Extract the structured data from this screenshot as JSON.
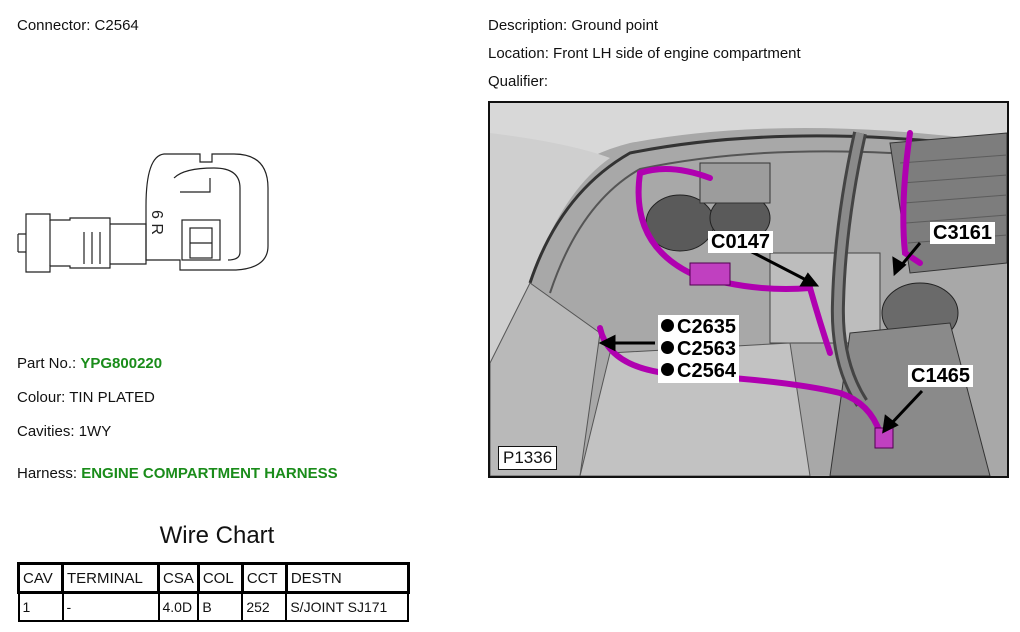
{
  "connector": {
    "label": "Connector: ",
    "value": "C2564"
  },
  "part_no": {
    "label": "Part No.: ",
    "value": "YPG800220"
  },
  "colour": {
    "label": "Colour: ",
    "value": "TIN PLATED"
  },
  "cavities": {
    "label": "Cavities: ",
    "value": "1WY"
  },
  "harness": {
    "label": "Harness: ",
    "value": "ENGINE COMPARTMENT HARNESS"
  },
  "description": {
    "label": "Description: ",
    "value": "Ground point"
  },
  "location": {
    "label": "Location: ",
    "value": "Front LH side of engine compartment"
  },
  "qualifier": {
    "label": "Qualifier: ",
    "value": ""
  },
  "connector_drawing_text": "6 R",
  "wire_chart": {
    "title": "Wire Chart",
    "headers": [
      "CAV",
      "TERMINAL",
      "CSA",
      "COL",
      "CCT",
      "DESTN"
    ],
    "rows": [
      [
        "1",
        "-",
        "4.0D",
        "B",
        "252",
        "S/JOINT SJ171"
      ]
    ]
  },
  "photo": {
    "figure_id": "P1336",
    "callouts": [
      "C0147",
      "C3161",
      "C1465"
    ],
    "callout_list": [
      "C2635",
      "C2563",
      "C2564"
    ],
    "harness_color": "#b000b0"
  }
}
